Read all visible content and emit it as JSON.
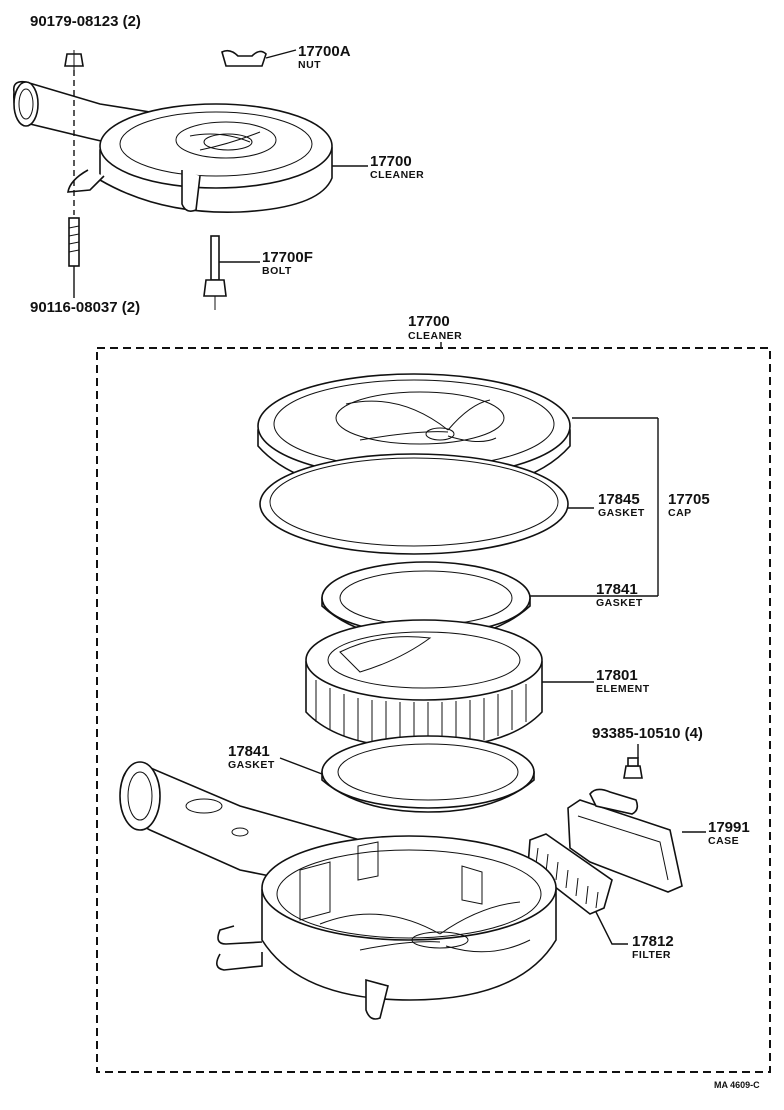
{
  "labels": [
    {
      "id": "p90179",
      "number": "90179-08123 (2)",
      "name": ""
    },
    {
      "id": "p17700a",
      "number": "17700A",
      "name": "NUT"
    },
    {
      "id": "p17700top",
      "number": "17700",
      "name": "CLEANER"
    },
    {
      "id": "p17700f",
      "number": "17700F",
      "name": "BOLT"
    },
    {
      "id": "p90116",
      "number": "90116-08037 (2)",
      "name": ""
    },
    {
      "id": "p17700box",
      "number": "17700",
      "name": "CLEANER"
    },
    {
      "id": "p17845",
      "number": "17845",
      "name": "GASKET"
    },
    {
      "id": "p17705",
      "number": "17705",
      "name": "CAP"
    },
    {
      "id": "p17841a",
      "number": "17841",
      "name": "GASKET"
    },
    {
      "id": "p17801",
      "number": "17801",
      "name": "ELEMENT"
    },
    {
      "id": "p17841b",
      "number": "17841",
      "name": "GASKET"
    },
    {
      "id": "p93385",
      "number": "93385-10510 (4)",
      "name": ""
    },
    {
      "id": "p17991",
      "number": "17991",
      "name": "CASE"
    },
    {
      "id": "p17812",
      "number": "17812",
      "name": "FILTER"
    }
  ],
  "reference_code": "MA 4609-C",
  "colors": {
    "ink": "#111111",
    "paper": "#ffffff"
  }
}
